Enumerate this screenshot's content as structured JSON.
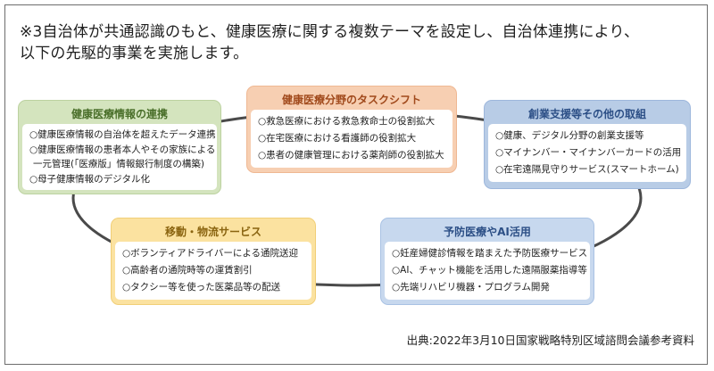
{
  "heading": {
    "line1": "※3自治体が共通認識のもと、健康医療に関する複数テーマを設定し、自治体連携により、",
    "line2": "以下の先駆的事業を実施します。"
  },
  "boxes": {
    "health_info": {
      "title": "健康医療情報の連携",
      "items": [
        "○健康医療情報の自治体を超えたデータ連携",
        "○健康医療情報の患者本人やその家族による",
        "一元管理(「医療版」情報銀行制度の構築)",
        "○母子健康情報のデジタル化"
      ]
    },
    "task_shift": {
      "title": "健康医療分野のタスクシフト",
      "items": [
        "○救急医療における救急救命士の役割拡大",
        "○在宅医療における看護師の役割拡大",
        "○患者の健康管理における薬剤師の役割拡大"
      ]
    },
    "startup": {
      "title": "創業支援等その他の取組",
      "items": [
        "○健康、デジタル分野の創業支援等",
        "○マイナンバー・マイナンバーカードの活用",
        "○在宅遠隔見守りサービス(スマートホーム)"
      ]
    },
    "mobility": {
      "title": "移動・物流サービス",
      "items": [
        "○ボランティアドライバーによる通院送迎",
        "○高齢者の通院時等の運賃割引",
        "○タクシー等を使った医薬品等の配送"
      ]
    },
    "prevention": {
      "title": "予防医療やAI活用",
      "items": [
        "○妊産婦健診情報を踏まえた予防医療サービス",
        "○AI、チャット機能を活用した遠隔服薬指導等",
        "○先端リハビリ機器・プログラム開発"
      ]
    }
  },
  "source": "出典:2022年3月10日国家戦略特別区域諮問会議参考資料",
  "colors": {
    "ring": "#4a4a4a",
    "green": "#d4e4be",
    "orange": "#f7cfb2",
    "blue": "#b8cce6",
    "yellow": "#fbe2a0",
    "lightblue": "#c7d8ee"
  }
}
